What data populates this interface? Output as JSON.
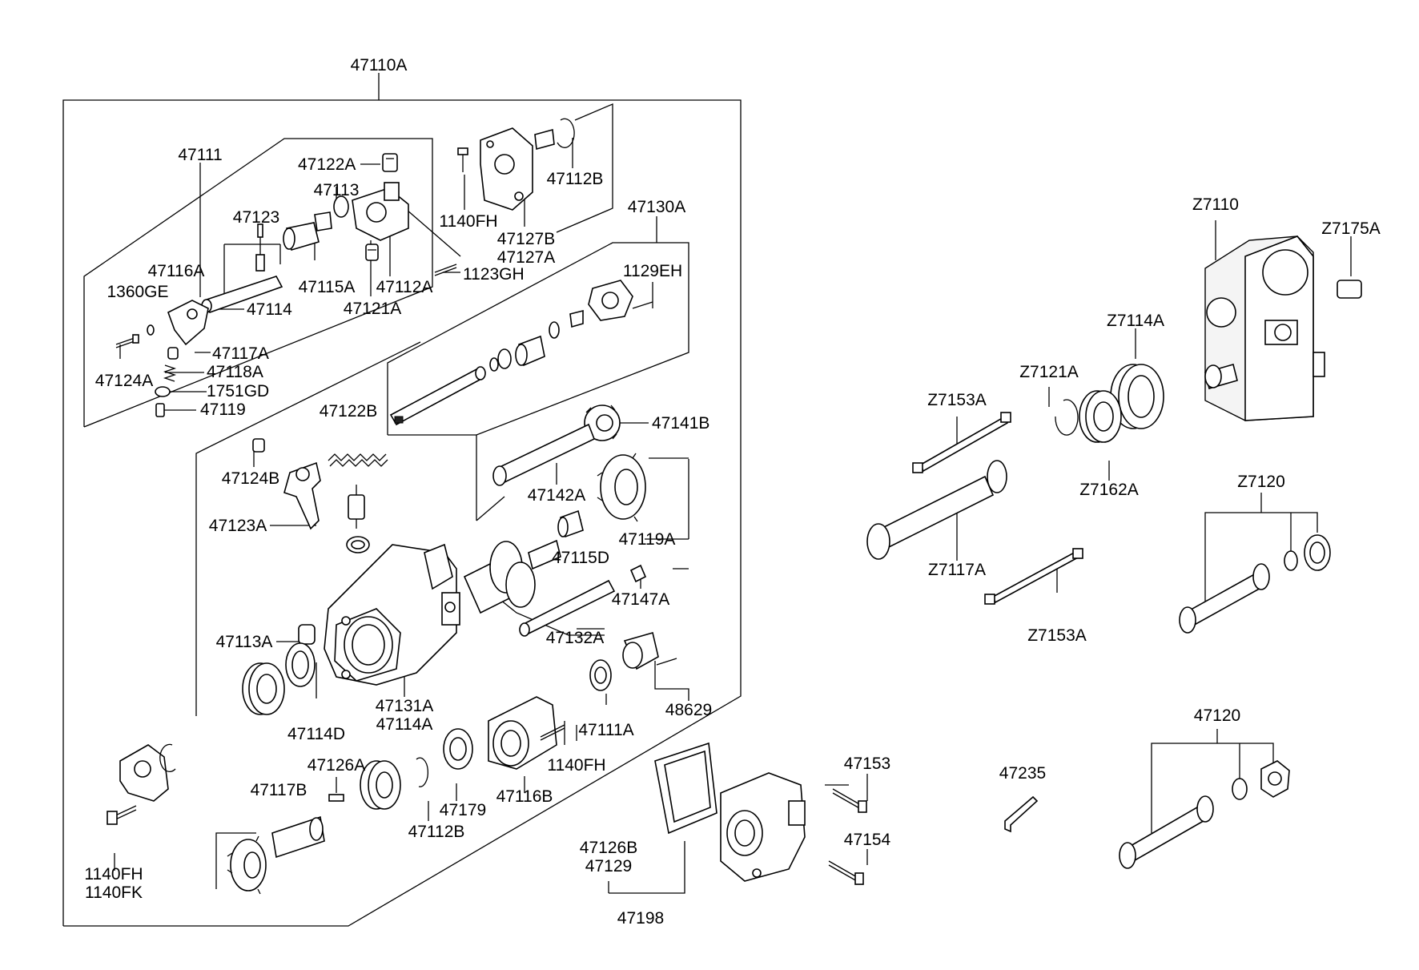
{
  "labels": {
    "p47110A": "47110A",
    "p47111": "47111",
    "p47122A": "47122A",
    "p47113": "47113",
    "p47123": "47123",
    "p47116A": "47116A",
    "p1360GE": "1360GE",
    "p47115A": "47115A",
    "p47112A": "47112A",
    "p47121A": "47121A",
    "p47114": "47114",
    "p47117A": "47117A",
    "p47124A": "47124A",
    "p47118A": "47118A",
    "p1751GD": "1751GD",
    "p47119": "47119",
    "p1140FH_a": "1140FH",
    "p47112B_a": "47112B",
    "p47127B": "47127B",
    "p47127A": "47127A",
    "p1123GH": "1123GH",
    "p47130A": "47130A",
    "p1129EH": "1129EH",
    "p47122B": "47122B",
    "p47124B": "47124B",
    "p47123A": "47123A",
    "p47141B": "47141B",
    "p47142A": "47142A",
    "p47115D": "47115D",
    "p47119A": "47119A",
    "p47147A": "47147A",
    "p47132A": "47132A",
    "p47113A": "47113A",
    "p47131A": "47131A",
    "p47114A": "47114A",
    "p47114D": "47114D",
    "p47111A": "47111A",
    "p48629": "48629",
    "p1140FH_b": "1140FH",
    "p47126A": "47126A",
    "p47117B": "47117B",
    "p47179": "47179",
    "p47112B_b": "47112B",
    "p47116B": "47116B",
    "p1140FH_c": "1140FH",
    "p1140FK": "1140FK",
    "p47126B": "47126B",
    "p47129": "47129",
    "p47198": "47198",
    "p47153": "47153",
    "p47154": "47154",
    "p47235": "47235",
    "p47120": "47120",
    "pZ7110": "Z7110",
    "pZ7175A": "Z7175A",
    "pZ7114A": "Z7114A",
    "pZ7121A": "Z7121A",
    "pZ7153A_a": "Z7153A",
    "pZ7162A": "Z7162A",
    "pZ7117A": "Z7117A",
    "pZ7153A_b": "Z7153A",
    "pZ7120": "Z7120"
  }
}
